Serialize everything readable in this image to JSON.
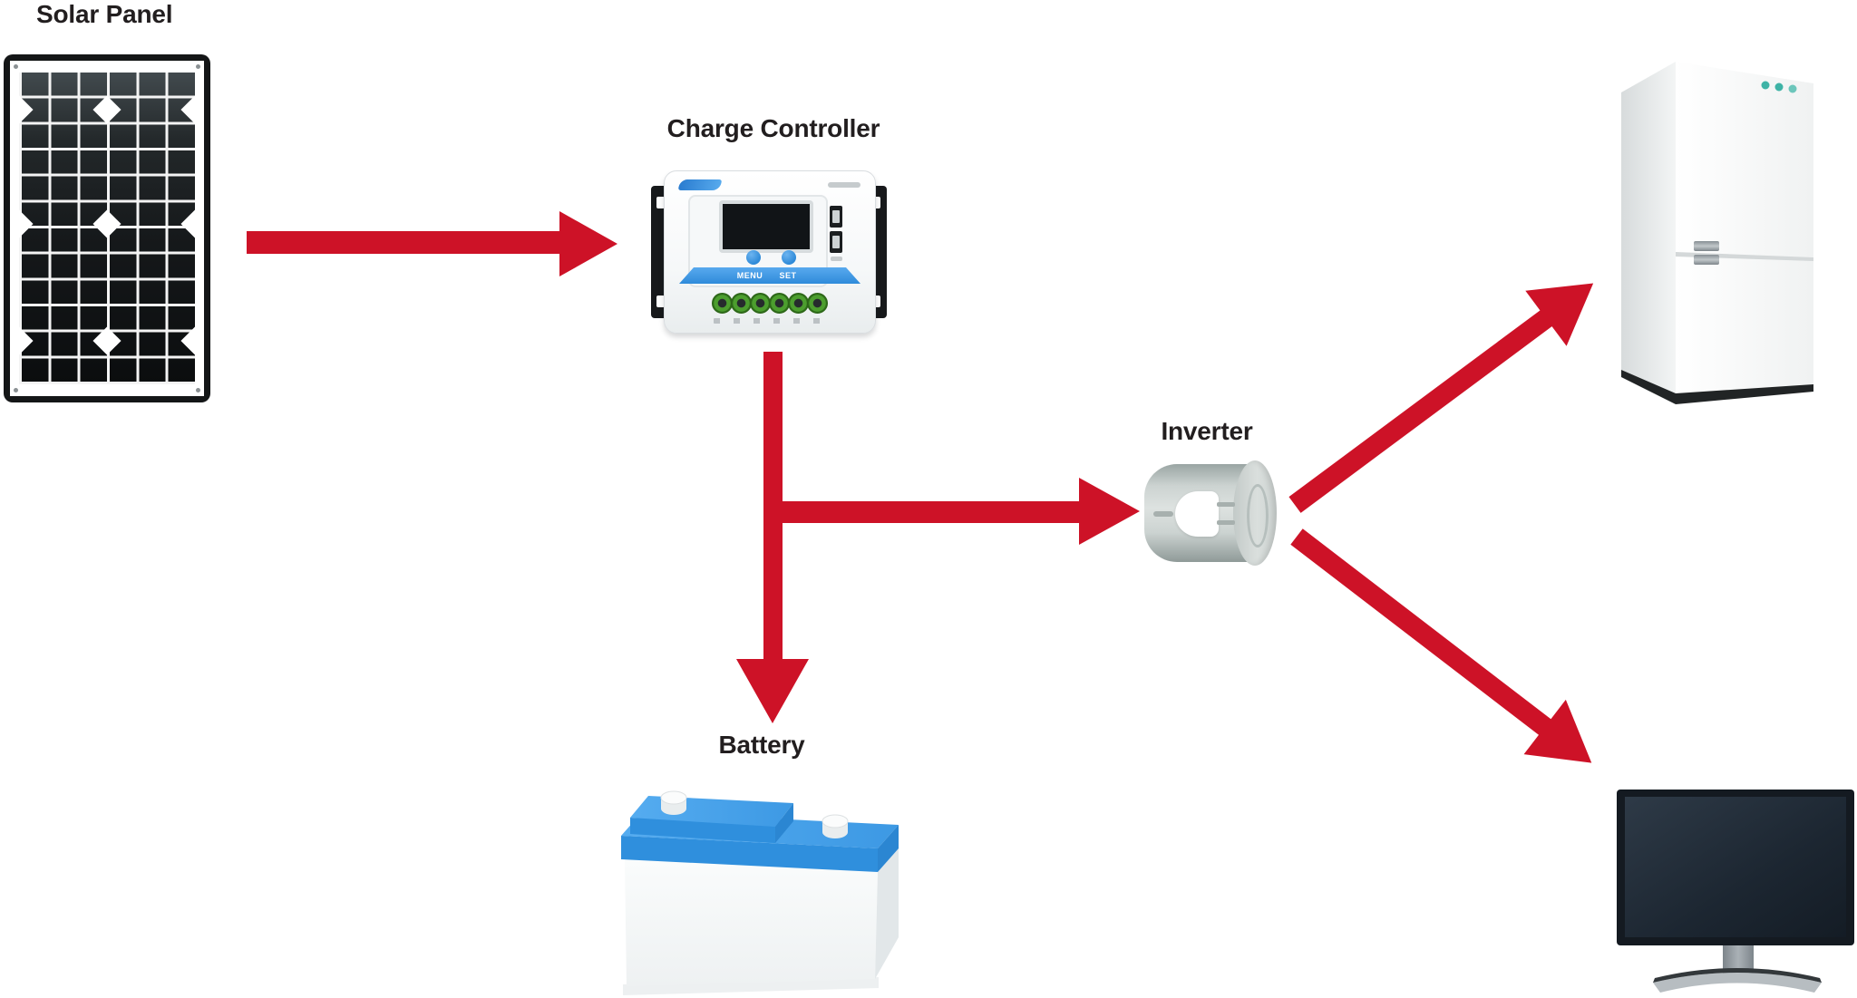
{
  "diagram": {
    "type": "flow-diagram",
    "background": "#ffffff",
    "colors": {
      "arrow_red": "#cd1227",
      "battery_blue": "#429fe8",
      "controller_blue": "#3d96e3",
      "indicator_teal": "#3eb3a6"
    },
    "labels": {
      "solar_panel": "Solar Panel",
      "charge_controller": "Charge Controller",
      "inverter": "Inverter",
      "battery": "Battery"
    },
    "controller_ui": {
      "menu_button": "MENU",
      "set_button": "SET"
    },
    "devices": [
      {
        "id": "solar-panel",
        "label": "Solar Panel"
      },
      {
        "id": "charge-controller",
        "label": "Charge Controller"
      },
      {
        "id": "battery",
        "label": "Battery"
      },
      {
        "id": "inverter",
        "label": "Inverter"
      },
      {
        "id": "refrigerator",
        "label": ""
      },
      {
        "id": "monitor",
        "label": ""
      }
    ],
    "connections": [
      {
        "from": "Solar Panel",
        "to": "Charge Controller"
      },
      {
        "from": "Charge Controller",
        "to": "Inverter"
      },
      {
        "from": "Charge Controller",
        "to": "Battery"
      },
      {
        "from": "Inverter",
        "to": "Refrigerator"
      },
      {
        "from": "Inverter",
        "to": "Monitor"
      }
    ]
  }
}
